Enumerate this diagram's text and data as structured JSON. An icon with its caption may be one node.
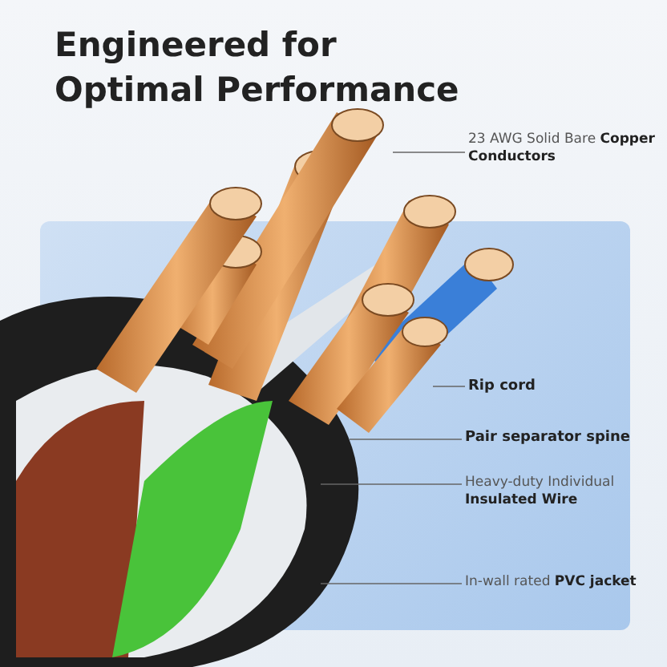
{
  "diagram": {
    "title": "Engineered for Optimal Performance",
    "nodes": [
      {
        "text": [
          "23 AWG Solid Bare **Copper Conductors**"
        ]
      },
      {
        "text": [
          "Rip cord"
        ]
      },
      {
        "text": [
          "Pair separator spine"
        ]
      },
      {
        "text": [
          "Heavy-duty Individual **Insulated Wire**"
        ]
      },
      {
        "text": [
          "In-wall rated **PVC jacket**"
        ]
      }
    ],
    "edges": [
      {
        "from": 0,
        "to": null,
        "arrow": "none"
      },
      {
        "from": 1,
        "to": null,
        "arrow": "none"
      },
      {
        "from": 2,
        "to": null,
        "arrow": "none"
      },
      {
        "from": 3,
        "to": null,
        "arrow": "none"
      },
      {
        "from": 4,
        "to": null,
        "arrow": "none"
      }
    ]
  }
}
